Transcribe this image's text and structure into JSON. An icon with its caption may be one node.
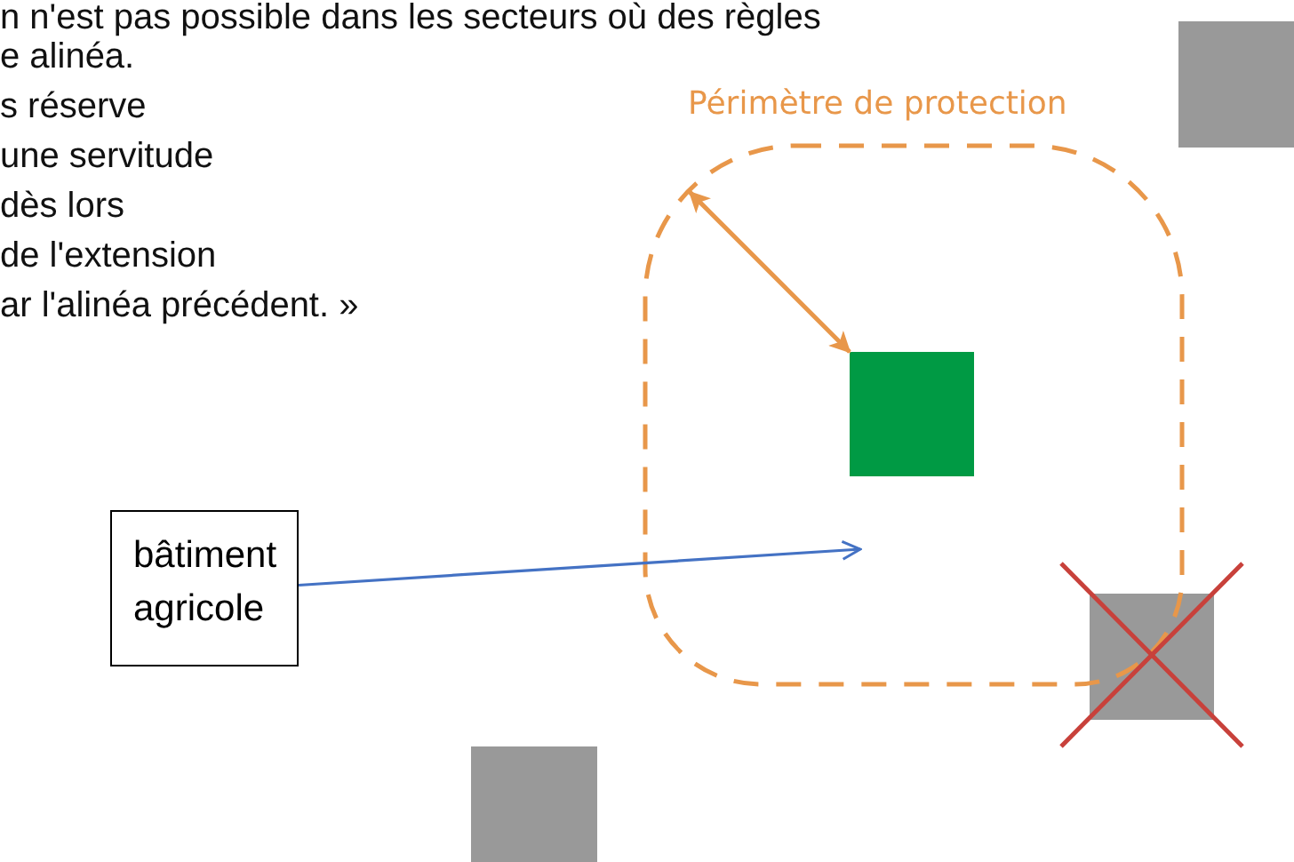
{
  "diagram": {
    "nodes": [
      {
        "text": [
          "bâtiment agricole"
        ]
      },
      {
        "text": [
          "Périmètre de protection"
        ]
      },
      {
        "text": [],
        "shape": "box",
        "in": 1
      },
      {
        "text": [],
        "shape": "box"
      },
      {
        "text": [],
        "shape": "box"
      },
      {
        "text": [],
        "shape": "box"
      }
    ],
    "edges": [
      {
        "from": 0,
        "to": null,
        "arrow": "to",
        "color": "#4472c4"
      },
      {
        "from": 1,
        "to": 2,
        "arrow": "both",
        "color": "#e8974a"
      }
    ],
    "labels": [
      "n n'est pas possible dans les secteurs où des règles",
      "e alinéa.",
      "s réserve",
      "une servitude",
      "dès lors",
      "de l'extension",
      "ar l'alinéa précédent. »"
    ]
  }
}
